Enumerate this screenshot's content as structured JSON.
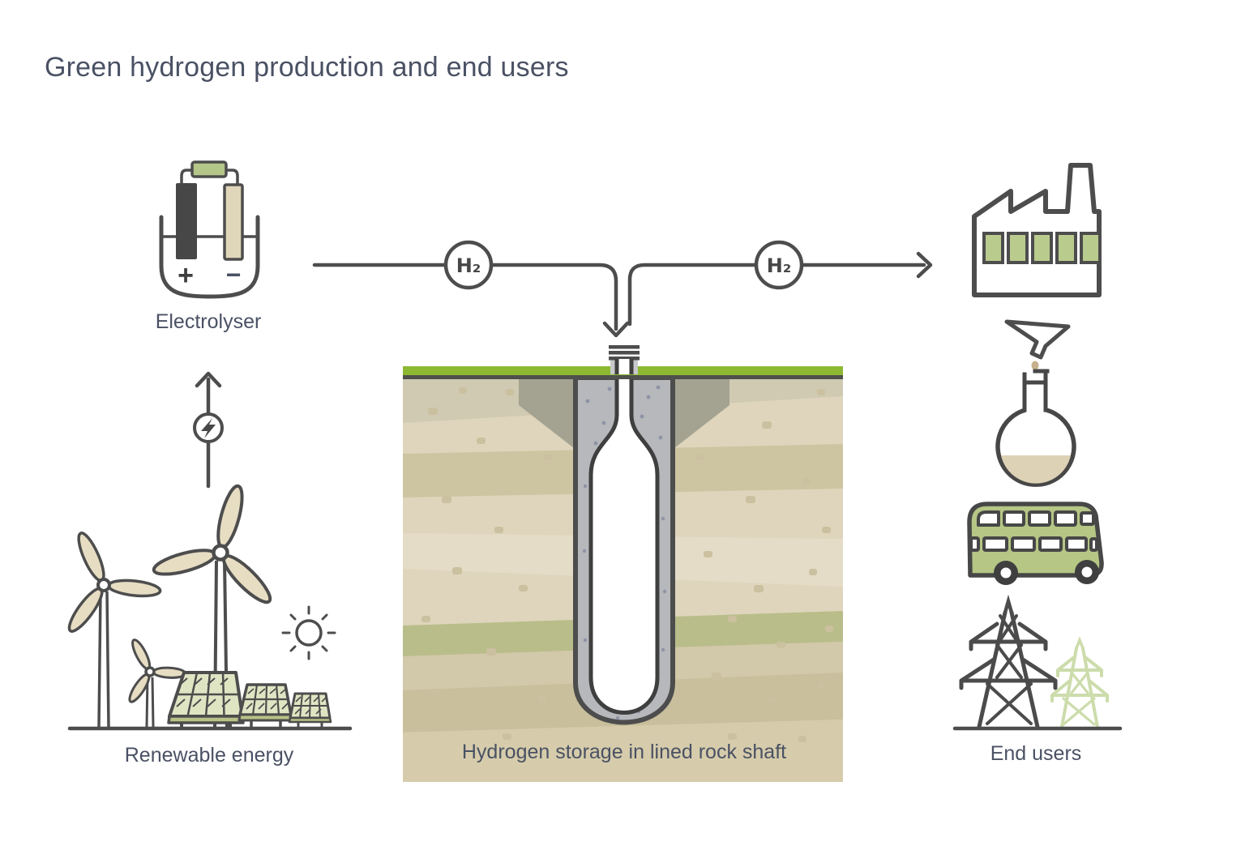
{
  "title": "Green hydrogen production and end users",
  "labels": {
    "electrolyser": "Electrolyser",
    "renewable": "Renewable energy",
    "storage": "Hydrogen storage in lined rock shaft",
    "end_users": "End users"
  },
  "badges": {
    "h2_left": "H₂",
    "h2_right": "H₂",
    "electrode_plus": "+",
    "electrode_minus": "−"
  },
  "icons": {
    "electrolyser": "electrolysis-cell-with-battery",
    "electricity": "lightning-bolt-circle",
    "renewable": "wind-turbines-solar-panels-sun",
    "storage": "lined-rock-shaft-cross-section",
    "end_users": [
      "factory",
      "funnel-and-flask",
      "double-decker-bus",
      "electricity-pylons"
    ]
  },
  "colors": {
    "outline": "#4d4d4d",
    "text": "#4a5164",
    "accent_green": "#b5c788",
    "grass_green": "#8cb832",
    "pale_green": "#ccdcab",
    "earth_base": "#ded5bc",
    "earth_band_olive": "#b9bd8a",
    "concrete_gray": "#b6b8bb",
    "collar_gray": "#a4a290",
    "beige": "#e7ddc3",
    "liquid_tan": "#ddd2b6"
  }
}
